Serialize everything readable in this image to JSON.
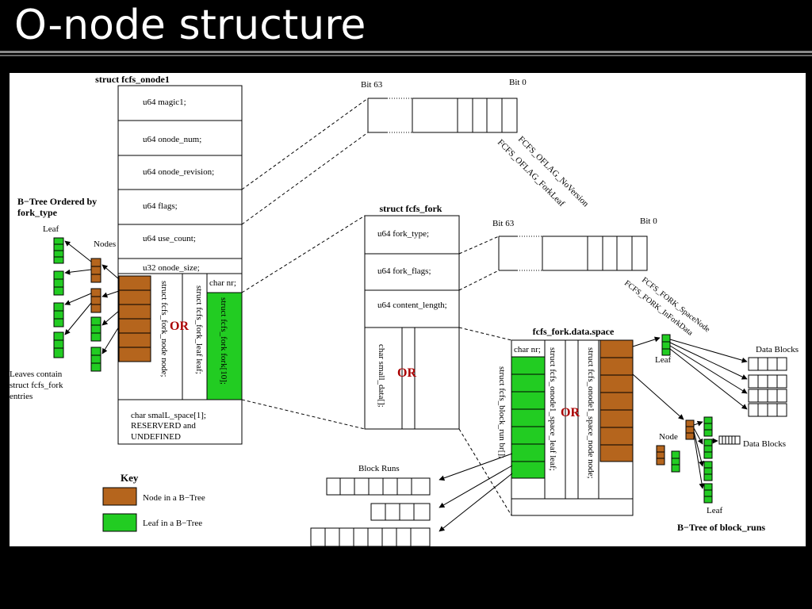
{
  "slide": {
    "title": "O-node structure"
  },
  "colors": {
    "node": "#b5651d",
    "leaf": "#22cc22",
    "or": "#aa0000",
    "background": "#ffffff"
  },
  "onode": {
    "title": "struct fcfs_onode1",
    "fields": [
      "u64 magic1;",
      "u64 onode_num;",
      "u64 onode_revision;",
      "u64 flags;",
      "u64 use_count;",
      "u32 onode_size;"
    ],
    "charnr": "char nr;",
    "vertical": [
      "struct fcfs_fork_node node;",
      "struct fcfs_fork_leaf leaf;",
      "struct fcfs_fork fork[10];"
    ],
    "or": "OR",
    "small1": "char smalL_space[1];",
    "small2": "RESERVERD and",
    "small3": "UNDEFINED"
  },
  "btree_left": {
    "title1": "B−Tree Ordered by",
    "title2": "fork_type",
    "leaf": "Leaf",
    "nodes": "Nodes",
    "note1": "Leaves contain",
    "note2": "struct fcfs_fork",
    "note3": "entries"
  },
  "flags1": {
    "bit63": "Bit 63",
    "bit0": "Bit 0",
    "flag1": "FCFS_OFLAG_NoVersion",
    "flag2": "FCFS_OFLAG_ForkLeaf"
  },
  "fork": {
    "title": "struct fcfs_fork",
    "fields": [
      "u64 fork_type;",
      "u64 fork_flags;",
      "u64 content_length;"
    ],
    "vertical": "char small_data[];",
    "or": "OR"
  },
  "flags2": {
    "bit63": "Bit 63",
    "bit0": "Bit 0",
    "flag1": "FCFS_FORK_SpaceNode",
    "flag2": "FCFS_FORK_InForkData"
  },
  "space": {
    "title": "fcfs_fork.data.space",
    "charnr": "char nr;",
    "vertical": [
      "struct fcfs_block_run br[];",
      "struct fcfs_onode1_space_leaf leaf;",
      "struct fcfs_onode1_space_node node;"
    ],
    "or": "OR"
  },
  "block_runs": {
    "label": "Block Runs"
  },
  "btree_right": {
    "leaf1": "Leaf",
    "node": "Node",
    "leaf2": "Leaf",
    "data1": "Data Blocks",
    "data2": "Data Blocks",
    "title": "B−Tree of block_runs"
  },
  "key": {
    "title": "Key",
    "node": "Node in a B−Tree",
    "leaf": "Leaf in a B−Tree"
  }
}
